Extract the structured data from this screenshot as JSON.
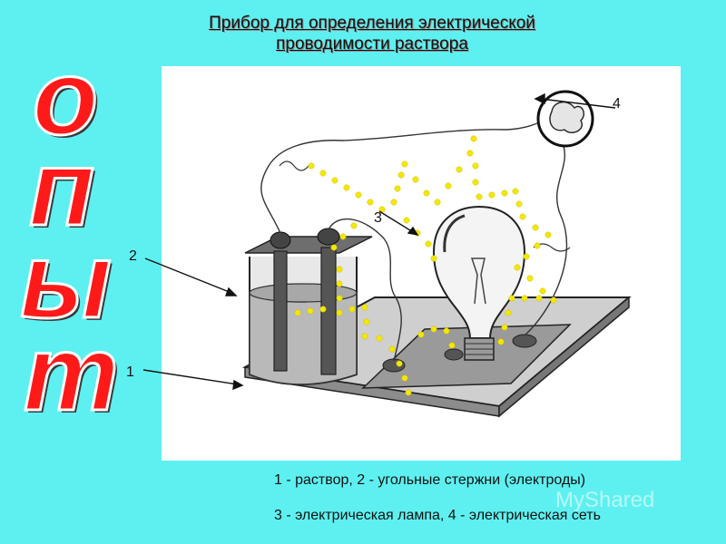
{
  "title_line1": "Прибор для  определения электрической",
  "title_line2": "проводимости  раствора",
  "side_word_letters": [
    "о",
    "п",
    "ы",
    "т"
  ],
  "labels": {
    "l1": "1",
    "l2": "2",
    "l3": "3",
    "l4": "4"
  },
  "legend_line1": "1 - раствор, 2 - угольные стержни (электроды)",
  "legend_line2": "3 - электрическая лампа, 4 - электрическая сеть",
  "watermark": "MyShared",
  "colors": {
    "background": "#5ef0f0",
    "side_word": "#ff1a1a",
    "glow_dots": "#f5e800"
  }
}
